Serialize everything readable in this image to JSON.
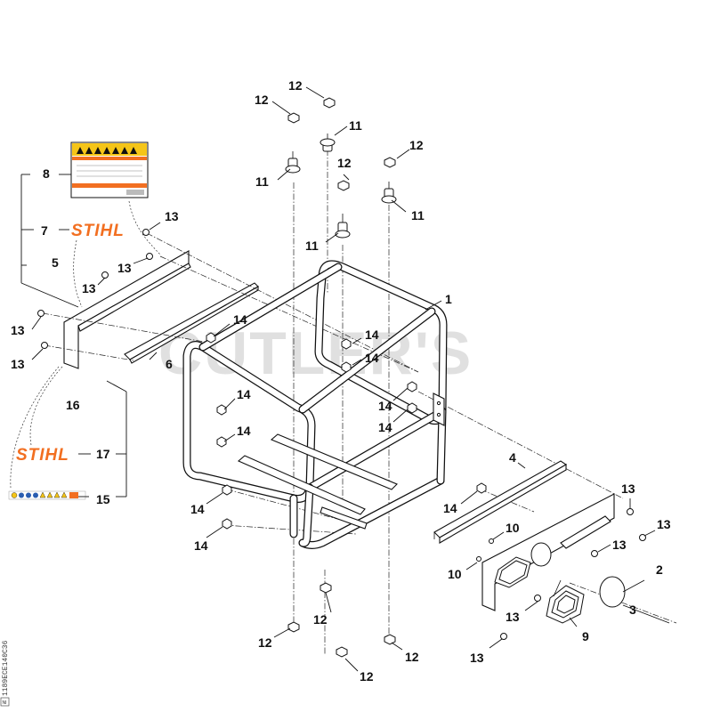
{
  "callouts": {
    "c1": "1",
    "c2": "2",
    "c3": "3",
    "c4": "4",
    "c5": "5",
    "c6": "6",
    "c7": "7",
    "c8": "8",
    "c9": "9",
    "c10": "10",
    "c11": "11",
    "c12": "12",
    "c13": "13",
    "c14": "14",
    "c15": "15",
    "c16": "16",
    "c17": "17"
  },
  "labels": {
    "stihl_logo_top": "STIHL",
    "stihl_logo_bottom": "STIHL",
    "watermark": "CUTLER'S",
    "drawing_code": "1189ECE140C36",
    "corner_mark": "NI"
  },
  "colors": {
    "stihl_orange": "#f26f21",
    "warning_yellow": "#f5c518",
    "label_blue": "#2a5db0"
  }
}
